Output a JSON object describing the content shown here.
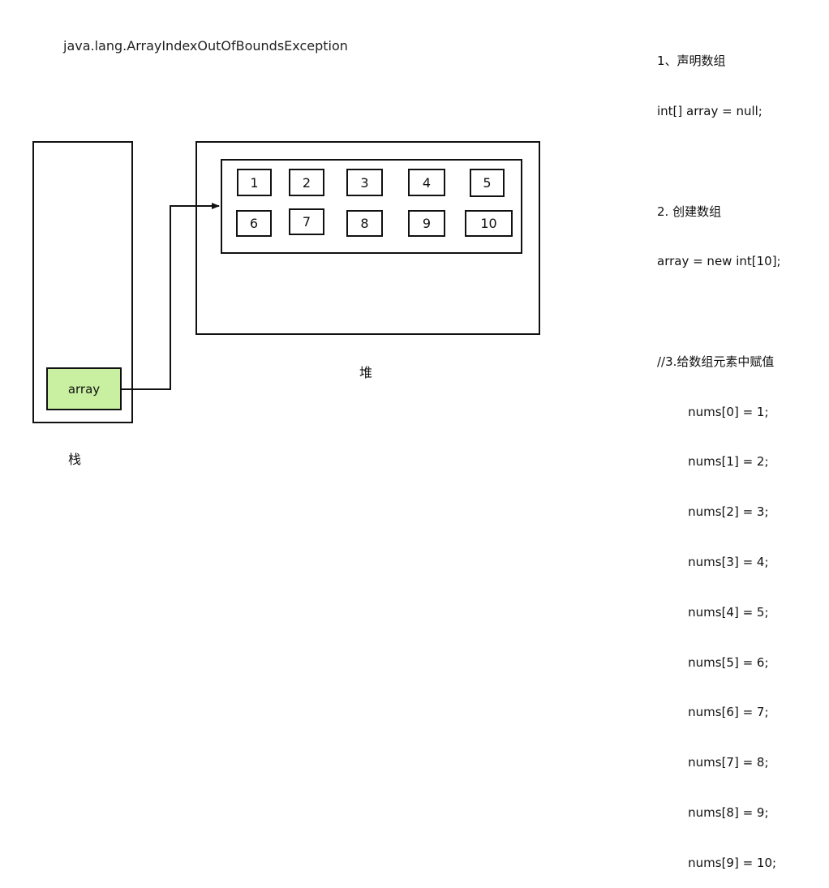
{
  "exception_text": "java.lang.ArrayIndexOutOfBoundsException",
  "stack": {
    "label": "栈",
    "variable": "array",
    "variable_color": "#c8f0a0"
  },
  "heap": {
    "label": "堆",
    "cells": [
      "1",
      "2",
      "3",
      "4",
      "5",
      "6",
      "7",
      "8",
      "9",
      "10"
    ]
  },
  "code": {
    "lines": [
      "1、声明数组",
      "int[] array = null;",
      "",
      "2. 创建数组",
      "array = new int[10];",
      "",
      "//3.给数组元素中赋值",
      "        nums[0] = 1;",
      "        nums[1] = 2;",
      "        nums[2] = 3;",
      "        nums[3] = 4;",
      "        nums[4] = 5;",
      "        nums[5] = 6;",
      "        nums[6] = 7;",
      "        nums[7] = 8;",
      "        nums[8] = 9;",
      "        nums[9] = 10;"
    ]
  }
}
